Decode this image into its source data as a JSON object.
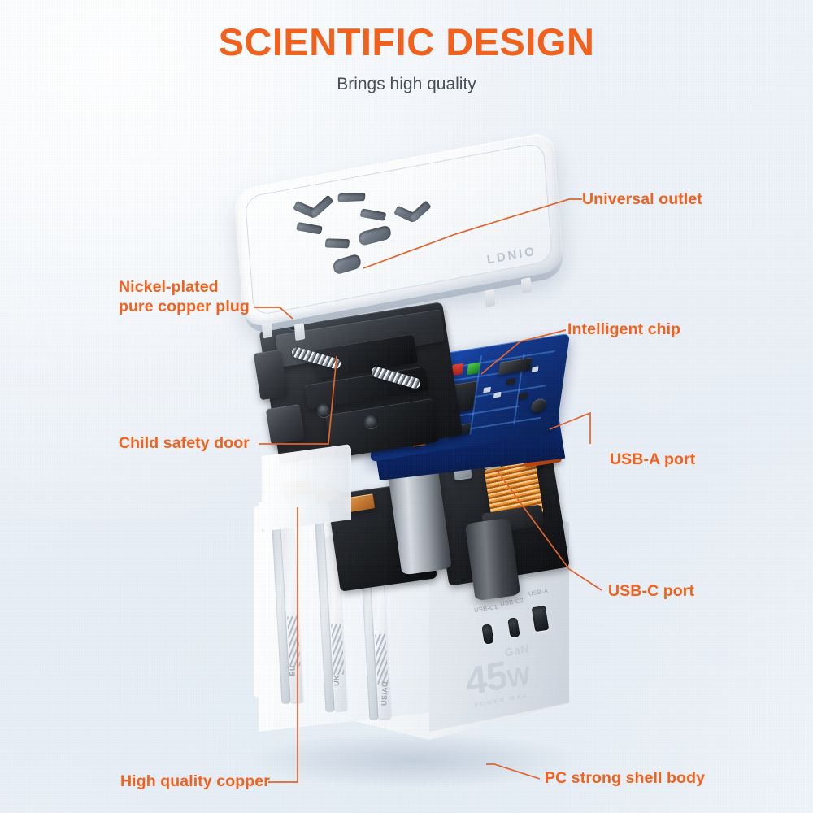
{
  "header": {
    "title": "SCIENTIFIC DESIGN",
    "subtitle": "Brings high quality",
    "title_color": "#f4601a",
    "subtitle_color": "#4a4f55"
  },
  "theme": {
    "accent": "#f4601a",
    "background": "#eaf0f6",
    "pcb_blue": "#14398f",
    "copper": "#e8922f"
  },
  "callouts": [
    {
      "id": "universal-outlet",
      "label": "Universal outlet",
      "side": "right"
    },
    {
      "id": "intelligent-chip",
      "label": "Intelligent chip",
      "side": "right"
    },
    {
      "id": "usb-a-port",
      "label": "USB-A port",
      "side": "right"
    },
    {
      "id": "usb-c-port",
      "label": "USB-C port",
      "side": "right"
    },
    {
      "id": "pc-strong-shell",
      "label": "PC strong shell body",
      "side": "right"
    },
    {
      "id": "nickel-plated-plug",
      "label_line1": "Nickel-plated",
      "label_line2": "pure copper plug",
      "side": "left"
    },
    {
      "id": "child-safety-door",
      "label": "Child safety door",
      "side": "left"
    },
    {
      "id": "high-quality-copper",
      "label": "High quality copper",
      "side": "left"
    }
  ],
  "product": {
    "brand": "LDNIO",
    "wattage_number": "45",
    "wattage_unit": "W",
    "technology": "GaN",
    "wattage_tagline": "POWER MAX",
    "plug_sliders": [
      "EU",
      "UK",
      "US/AU"
    ],
    "ports": [
      {
        "name": "USB-C 1",
        "label": "USB-C1",
        "type": "usb-c"
      },
      {
        "name": "USB-C 2",
        "label": "USB-C2",
        "type": "usb-c"
      },
      {
        "name": "USB-A",
        "label": "USB-A",
        "type": "usb-a"
      }
    ]
  }
}
